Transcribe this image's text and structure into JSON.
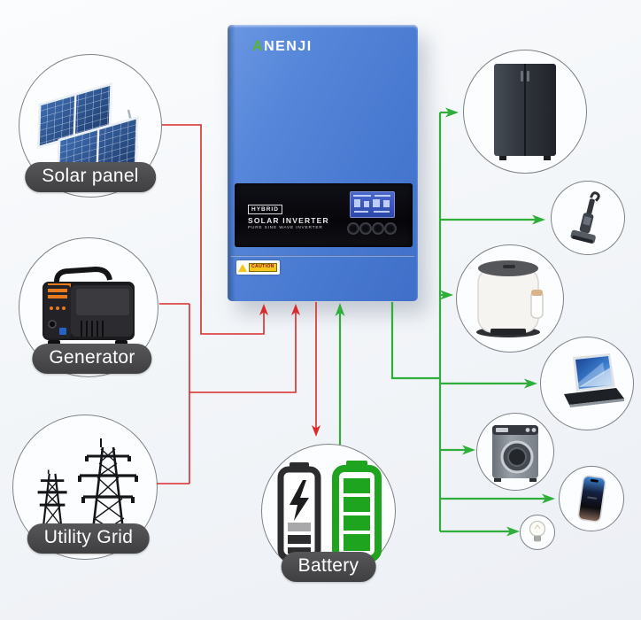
{
  "labels": {
    "solar_panel": "Solar panel",
    "generator": "Generator",
    "utility_grid": "Utility Grid",
    "battery": "Battery"
  },
  "inverter": {
    "brand": "ANENJI",
    "badge": "HYBRID",
    "title": "SOLAR INVERTER",
    "subtitle": "PURE SINE WAVE INVERTER",
    "caution": "CAUTION",
    "body_color": "#4f7fd4",
    "panel_color": "#0a0a10",
    "lcd_color": "#3a57c0"
  },
  "connections": {
    "input_color": "#d92b2b",
    "output_color": "#2fae3c",
    "flows": [
      {
        "from": "solar-panel",
        "to": "inverter",
        "type": "input"
      },
      {
        "from": "generator",
        "to": "inverter",
        "type": "input"
      },
      {
        "from": "utility-grid",
        "to": "inverter",
        "type": "input"
      },
      {
        "from": "inverter",
        "to": "battery",
        "type": "charge"
      },
      {
        "from": "battery",
        "to": "inverter",
        "type": "discharge"
      },
      {
        "from": "inverter",
        "to": "refrigerator",
        "type": "output"
      },
      {
        "from": "inverter",
        "to": "vacuum-cleaner",
        "type": "output"
      },
      {
        "from": "inverter",
        "to": "air-fryer",
        "type": "output"
      },
      {
        "from": "inverter",
        "to": "laptop",
        "type": "output"
      },
      {
        "from": "inverter",
        "to": "washing-machine",
        "type": "output"
      },
      {
        "from": "inverter",
        "to": "smartphone",
        "type": "output"
      },
      {
        "from": "inverter",
        "to": "light-bulb",
        "type": "output"
      }
    ]
  },
  "icons": {
    "solar_panel": "solar-panels-icon",
    "generator": "portable-generator-icon",
    "utility_grid": "transmission-towers-icon",
    "battery_charging": "battery-charging-icon",
    "battery_full": "battery-full-icon",
    "refrigerator": "refrigerator-icon",
    "vacuum": "vacuum-cleaner-icon",
    "air_fryer": "air-fryer-icon",
    "laptop": "laptop-icon",
    "washing_machine": "washing-machine-icon",
    "smartphone": "smartphone-icon",
    "light_bulb": "light-bulb-icon"
  }
}
